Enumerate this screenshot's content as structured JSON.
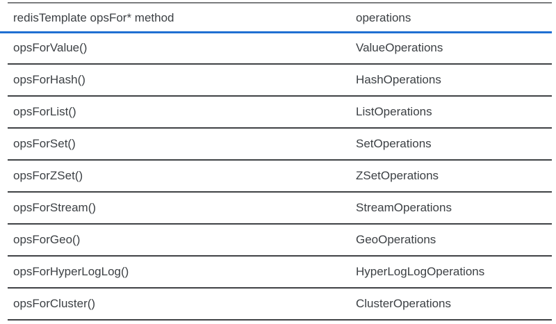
{
  "table": {
    "columns": [
      {
        "label": "redisTemplate opsFor* method"
      },
      {
        "label": "operations"
      }
    ],
    "rows": [
      {
        "method": "opsForValue()",
        "operations": "ValueOperations"
      },
      {
        "method": "opsForHash()",
        "operations": "HashOperations"
      },
      {
        "method": "opsForList()",
        "operations": "ListOperations"
      },
      {
        "method": "opsForSet()",
        "operations": "SetOperations"
      },
      {
        "method": "opsForZSet()",
        "operations": "ZSetOperations"
      },
      {
        "method": "opsForStream()",
        "operations": "StreamOperations"
      },
      {
        "method": "opsForGeo()",
        "operations": "GeoOperations"
      },
      {
        "method": "opsForHyperLogLog()",
        "operations": "HyperLogLogOperations"
      },
      {
        "method": "opsForCluster()",
        "operations": "ClusterOperations"
      }
    ]
  },
  "colors": {
    "background": "#ffffff",
    "text": "#3c4044",
    "top_border": "#7a7c7e",
    "row_divider": "#3f4245",
    "header_underline": "#1f6fd2"
  }
}
